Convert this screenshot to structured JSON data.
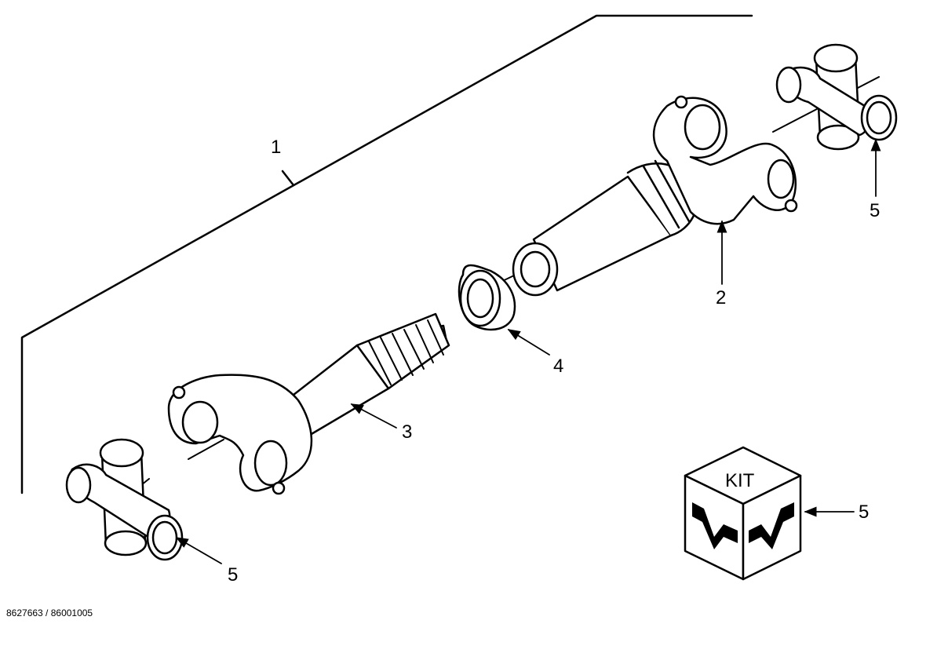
{
  "diagram": {
    "callouts": {
      "assembly": "1",
      "slip_yoke_tube": "2",
      "splined_shaft_yoke": "3",
      "seal_ring": "4",
      "cross_right": "5",
      "cross_left": "5",
      "kit": "5"
    },
    "kit_label": "KIT",
    "caption": "8627663 / 86001005",
    "colors": {
      "line": "#000000",
      "background": "#ffffff",
      "fill": "#ffffff"
    }
  }
}
